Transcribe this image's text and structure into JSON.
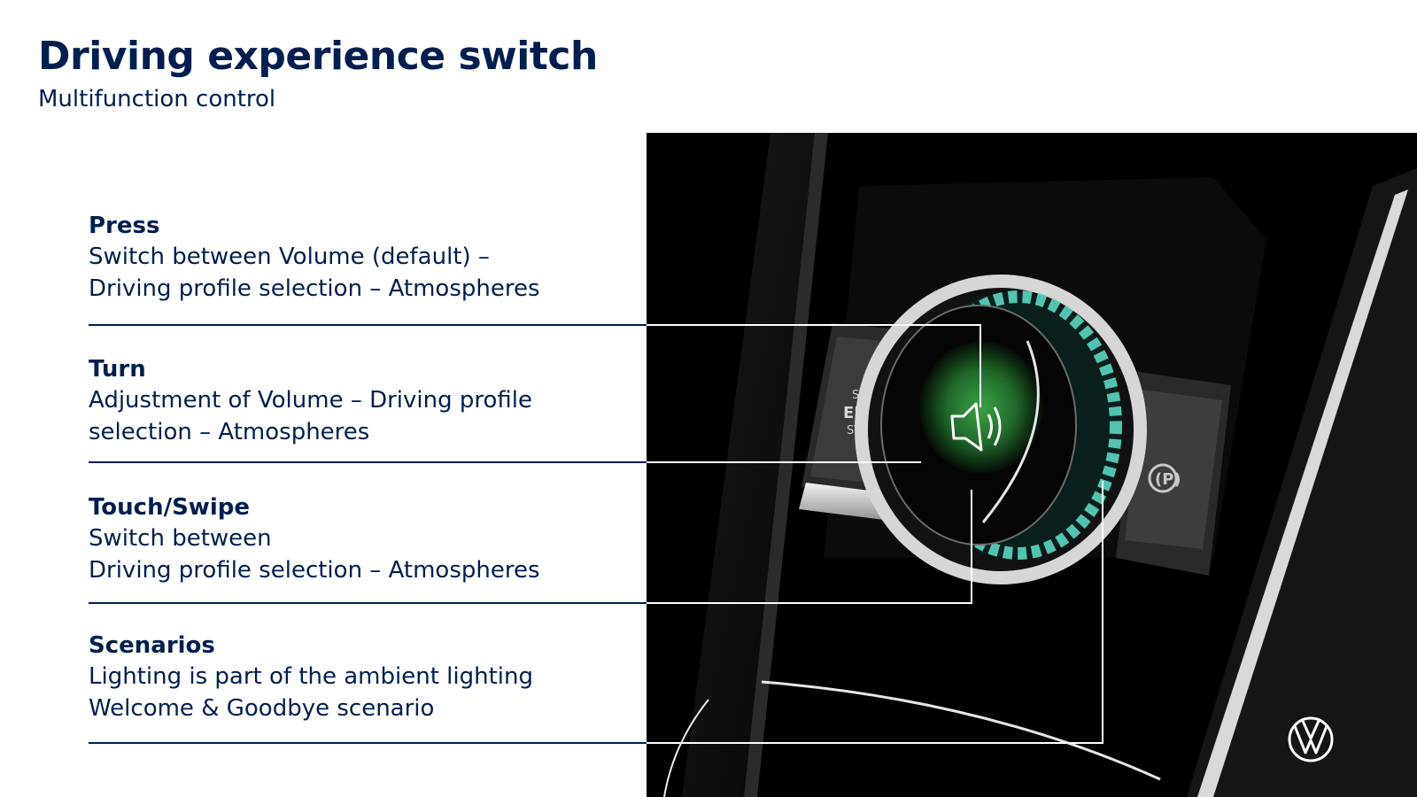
{
  "title": "Driving experience switch",
  "subtitle": "Multifunction control",
  "items": [
    {
      "heading": "Press",
      "lines": [
        "Switch between Volume (default) –",
        "Driving profile selection – Atmospheres"
      ]
    },
    {
      "heading": "Turn",
      "lines": [
        "Adjustment of Volume – Driving profile",
        "selection – Atmospheres"
      ]
    },
    {
      "heading": "Touch/Swipe",
      "lines": [
        "Switch between",
        "Driving profile selection – Atmospheres"
      ]
    },
    {
      "heading": "Scenarios",
      "lines": [
        "Lighting is part of the ambient lighting",
        "Welcome & Goodbye scenario"
      ]
    }
  ],
  "photo": {
    "start_button_lines": [
      "START",
      "ENGINE",
      "STOP"
    ],
    "parking_brake_symbol": "(P)"
  },
  "icons": [
    "speaker-volume-icon",
    "parking-brake-icon",
    "vw-logo-icon"
  ],
  "colors": {
    "brand_navy": "#001e50",
    "glow_teal": "#5fe0c8",
    "knob_green": "#2f8a3a"
  }
}
